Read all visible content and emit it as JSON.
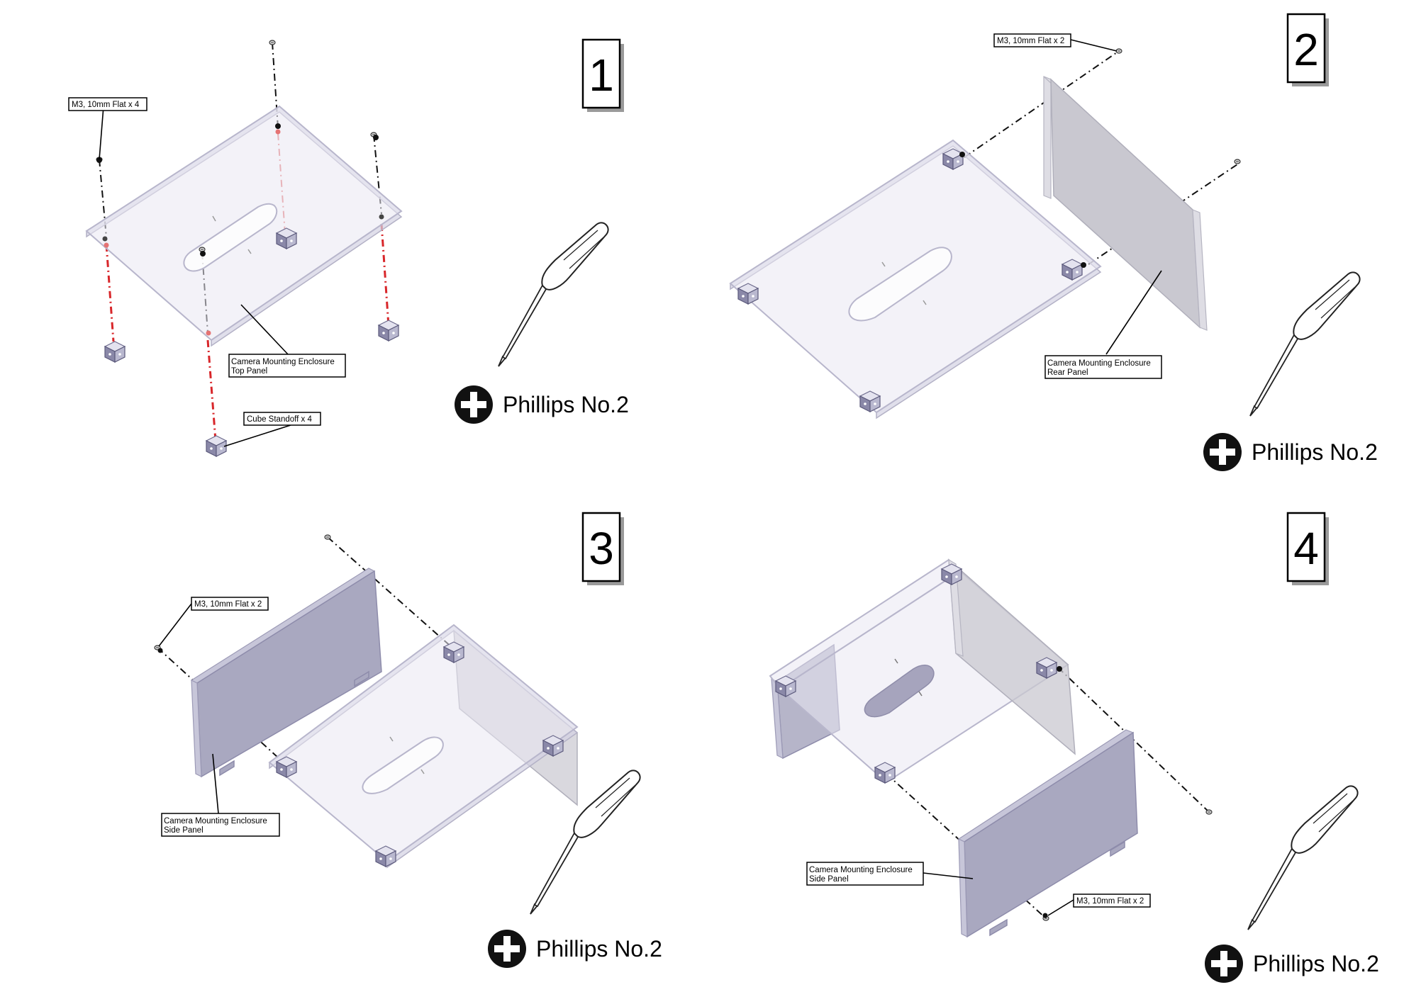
{
  "steps": [
    {
      "number": "1",
      "tool_label": "Phillips No.2",
      "callouts": [
        {
          "lines": [
            "M3, 10mm Flat x 4"
          ]
        },
        {
          "lines": [
            "Camera Mounting Enclosure",
            "Top Panel"
          ]
        },
        {
          "lines": [
            "Cube Standoff x 4"
          ]
        }
      ]
    },
    {
      "number": "2",
      "tool_label": "Phillips No.2",
      "callouts": [
        {
          "lines": [
            "M3, 10mm Flat x 2"
          ]
        },
        {
          "lines": [
            "Camera Mounting Enclosure",
            "Rear Panel"
          ]
        }
      ]
    },
    {
      "number": "3",
      "tool_label": "Phillips No.2",
      "callouts": [
        {
          "lines": [
            "M3, 10mm Flat x 2"
          ]
        },
        {
          "lines": [
            "Camera Mounting Enclosure",
            "Side Panel"
          ]
        }
      ]
    },
    {
      "number": "4",
      "tool_label": "Phillips No.2",
      "callouts": [
        {
          "lines": [
            "Camera Mounting Enclosure",
            "Side Panel"
          ]
        },
        {
          "lines": [
            "M3, 10mm Flat x 2"
          ]
        }
      ]
    }
  ],
  "icons": {
    "tool_icon": "phillips-head-icon",
    "tool_illustration": "screwdriver-icon"
  }
}
